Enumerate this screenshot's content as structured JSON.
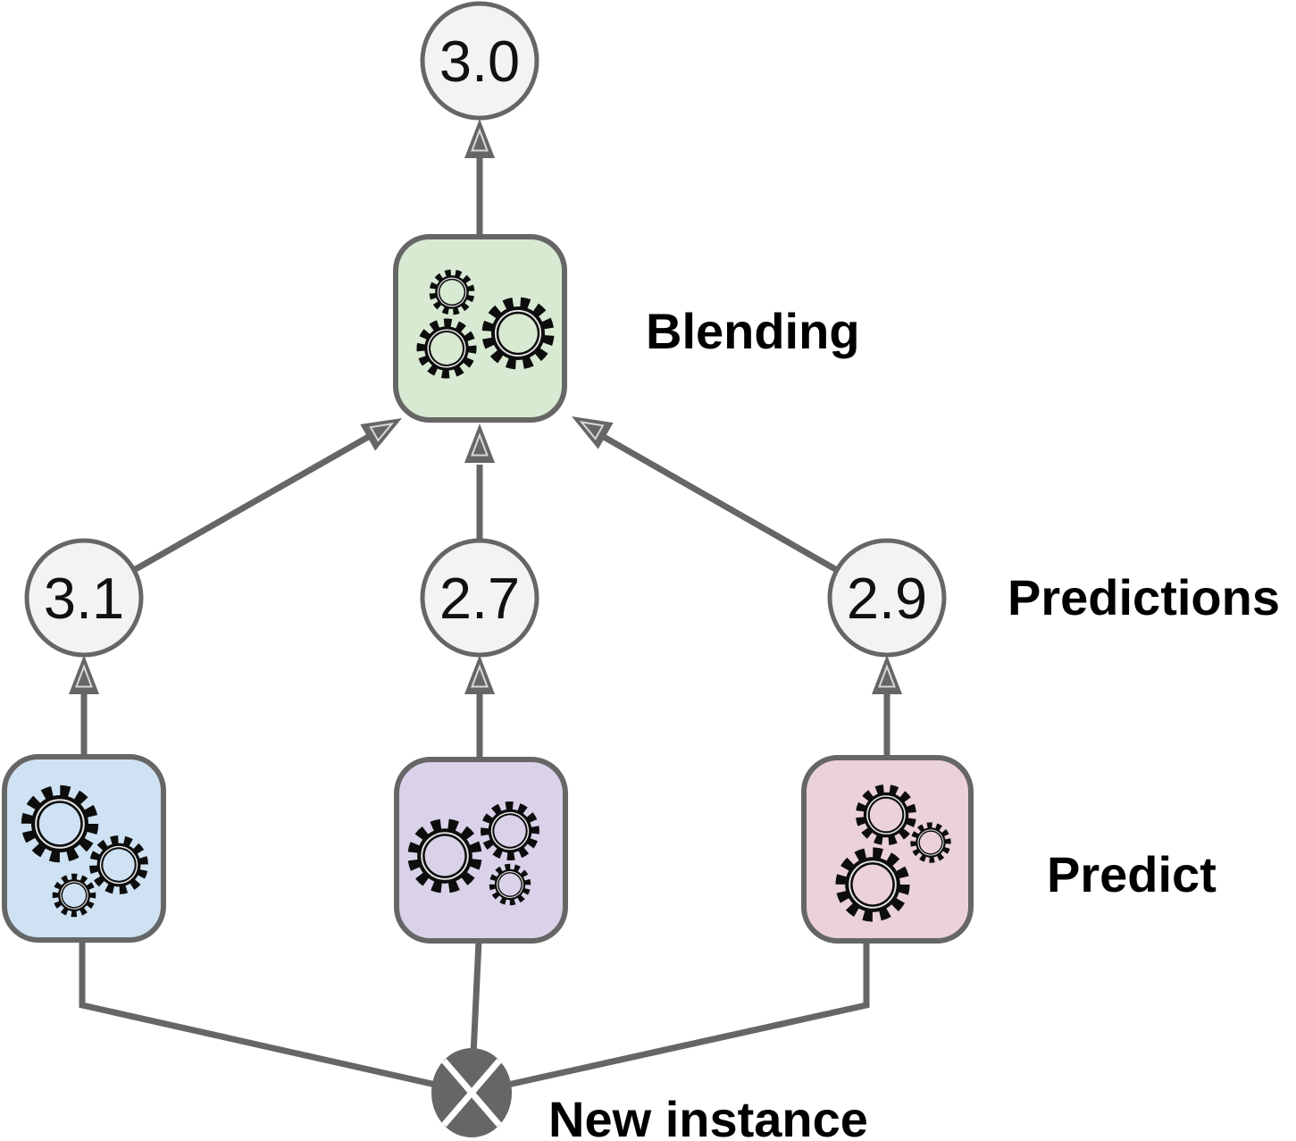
{
  "diagram": {
    "title_hint": "Blending ensemble prediction diagram",
    "final_prediction": "3.0",
    "blending_label": "Blending",
    "predictions_label": "Predictions",
    "predict_label": "Predict",
    "new_instance_label": "New instance",
    "predictions": [
      "3.1",
      "2.7",
      "2.9"
    ]
  },
  "colors": {
    "line": "#666666",
    "border": "#666666",
    "node_fill": "#f3f3f3",
    "blender_fill": "#d9ead3",
    "predictor_fills": [
      "#cfe2f3",
      "#d9d2e9",
      "#ead1dc"
    ],
    "gear": "#0d0d0d",
    "new_instance_fill": "#666666",
    "text": "#000000"
  },
  "icons": {
    "predictor_boxes": "gears-icon",
    "blender_box": "gears-icon",
    "new_instance": "circle-x-icon",
    "connectors": "arrow-up-icon"
  }
}
